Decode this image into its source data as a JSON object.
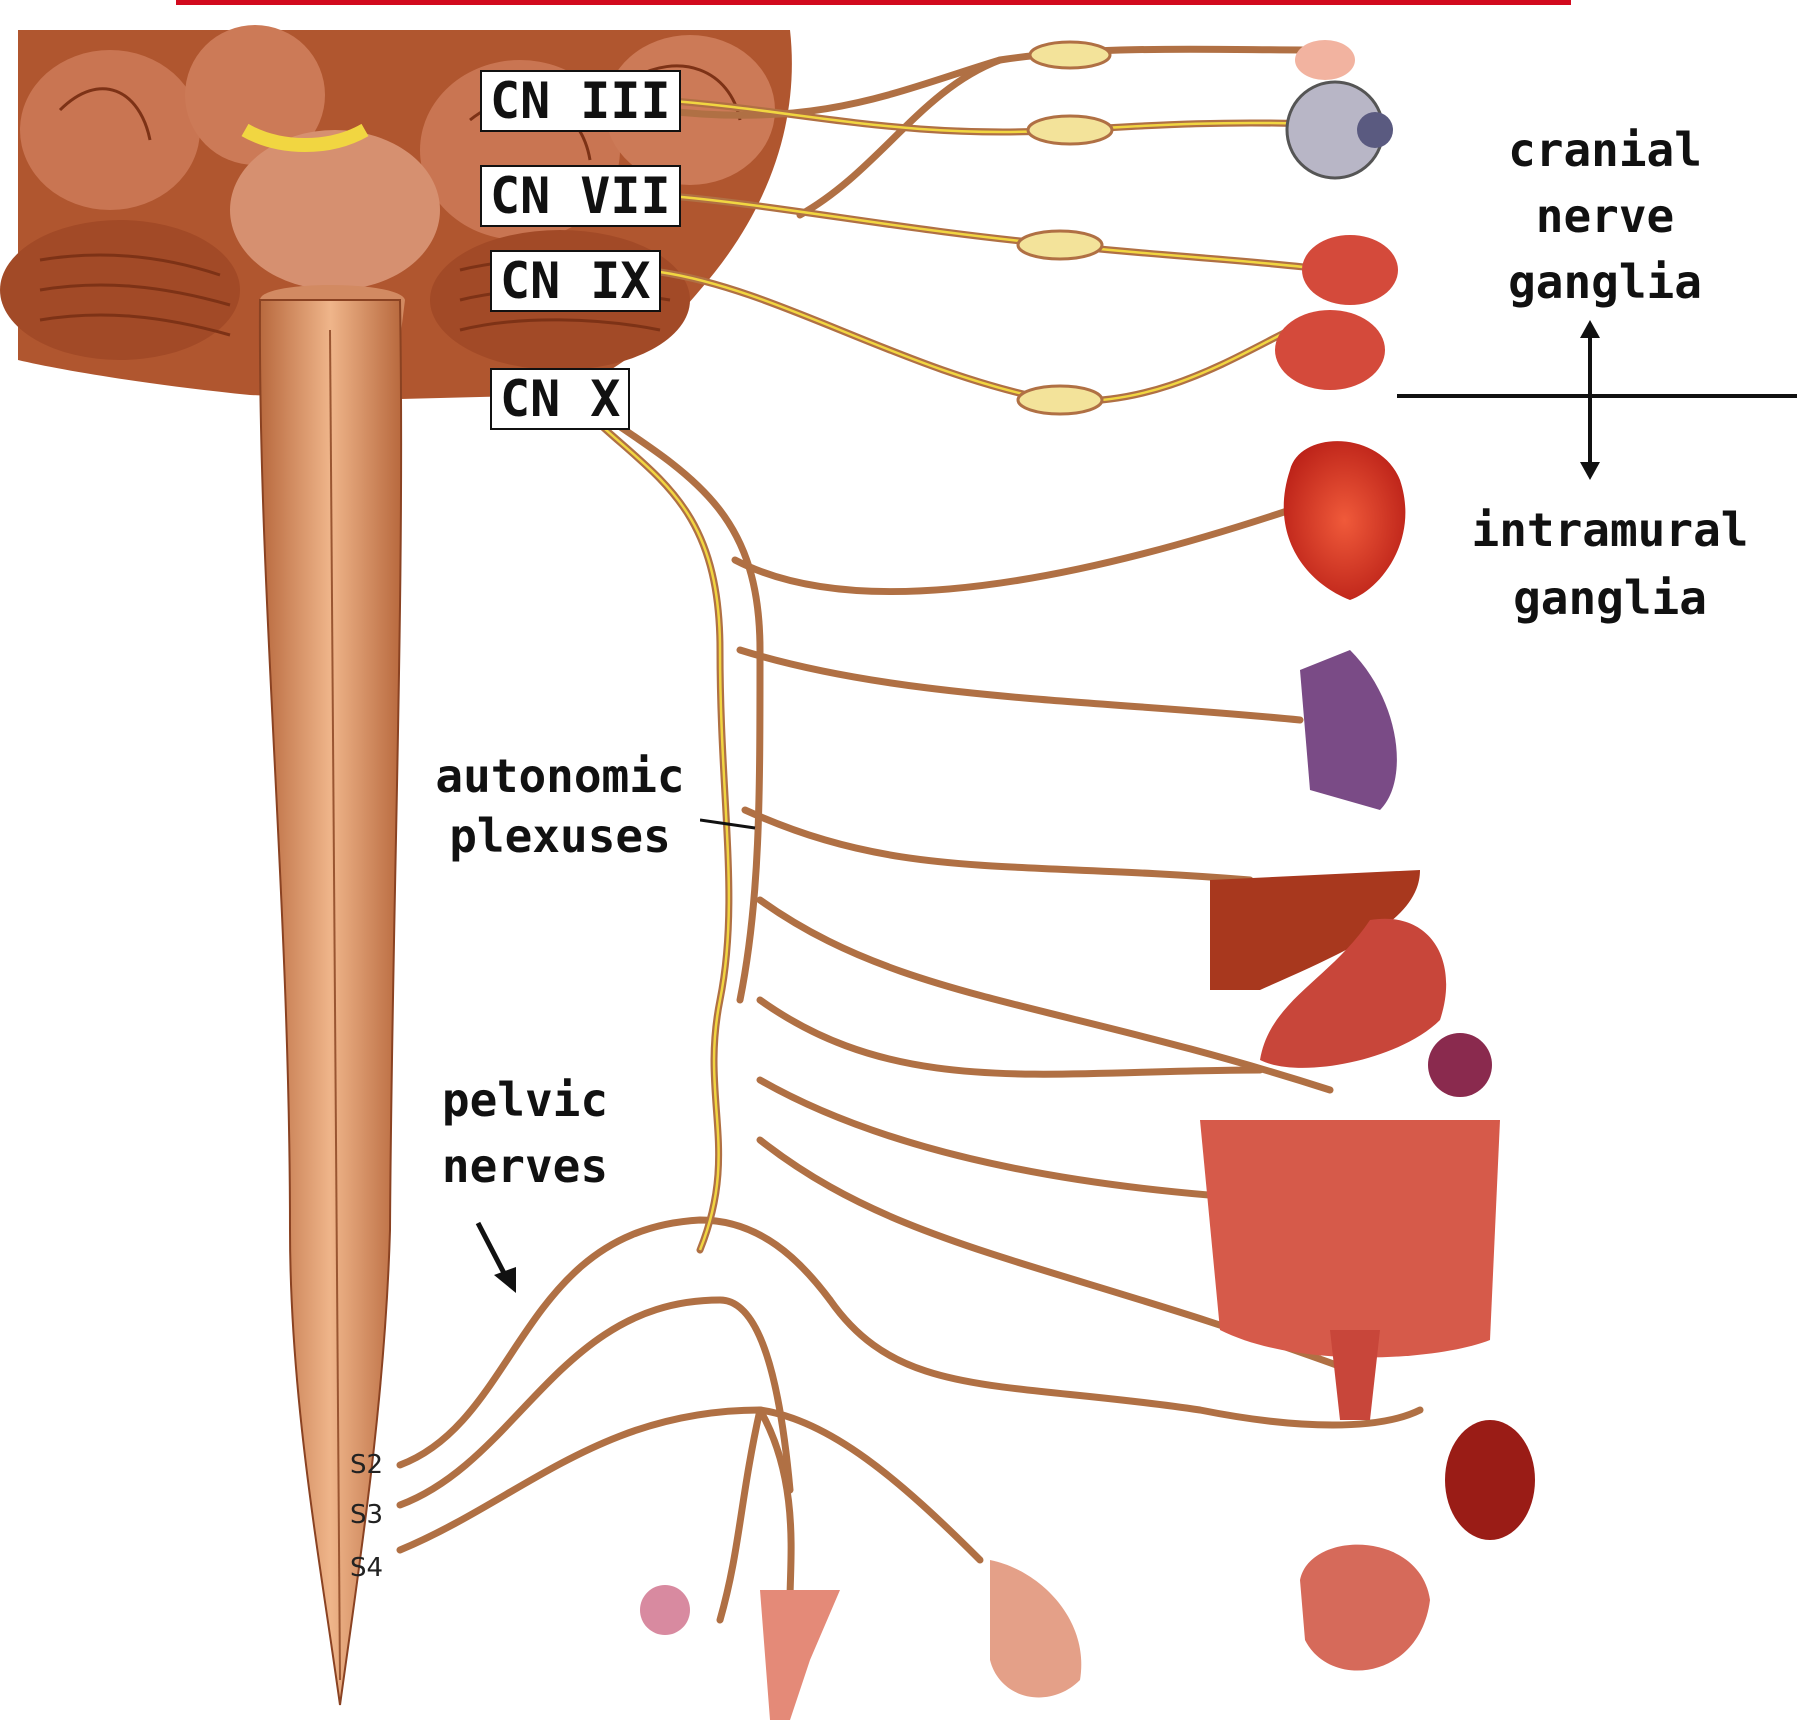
{
  "labels": {
    "cn3": "CN III",
    "cn7": "CN VII",
    "cn9": "CN IX",
    "cn10": "CN X",
    "autonomic_line1": "autonomic",
    "autonomic_line2": "plexuses",
    "pelvic_line1": "pelvic",
    "pelvic_line2": "nerves",
    "cranial_line1": "cranial",
    "cranial_line2": "nerve",
    "cranial_line3": "ganglia",
    "intramural_line1": "intramural",
    "intramural_line2": "ganglia",
    "s2": "S2",
    "s3": "S3",
    "s4": "S4"
  },
  "colors": {
    "nerve": "#b07044",
    "brain": "#b5603c",
    "cord": "#d8956b",
    "ganglion": "#f3e39a",
    "accent": "#d20a1e"
  }
}
